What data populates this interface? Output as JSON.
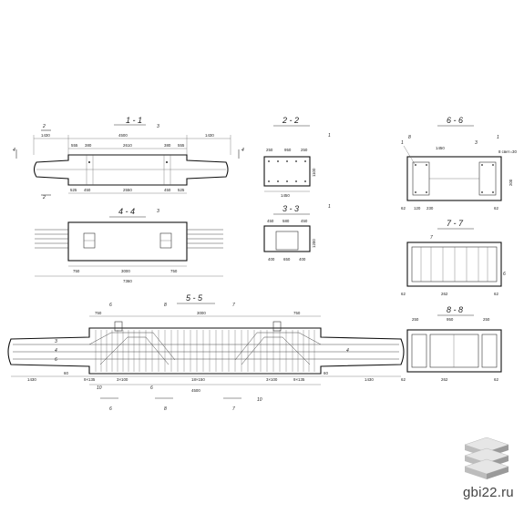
{
  "sections": {
    "s11": "1 - 1",
    "s22": "2 - 2",
    "s33": "3 - 3",
    "s44": "4 - 4",
    "s55": "5 - 5",
    "s66": "6 - 6",
    "s77": "7 - 7",
    "s88": "8 - 8"
  },
  "markers": [
    "1",
    "2",
    "3",
    "4",
    "6",
    "7",
    "8",
    "10"
  ],
  "dims_top": {
    "d1430": "1430",
    "d4500": "4500",
    "d555": "555",
    "d380": "380",
    "d2610": "2610",
    "d525": "525",
    "d450": "450",
    "d2550": "2550"
  },
  "dims_44": {
    "d750": "750",
    "d3000": "3000",
    "d7360": "7360"
  },
  "dims_22": {
    "d250": "250",
    "d950": "950",
    "d1450": "1450",
    "d1100": "1100"
  },
  "dims_33": {
    "d450": "450",
    "d580": "580",
    "d1200": "1200",
    "d400": "400",
    "d650": "650"
  },
  "dims_55": {
    "d750": "750",
    "d3000": "3000",
    "d1430": "1430",
    "d4500": "4500",
    "d60": "60",
    "d9x135": "9×135",
    "d3x100": "3×100",
    "d18x150": "18×150"
  },
  "dims_66": {
    "d1450": "1450",
    "d200": "200",
    "d62": "62",
    "d120": "120",
    "d230": "230",
    "d8beth30": "8 свет=30"
  },
  "dims_88": {
    "d250": "250",
    "d950": "950",
    "d262": "262"
  },
  "logo": {
    "text": "gbi22.ru"
  }
}
